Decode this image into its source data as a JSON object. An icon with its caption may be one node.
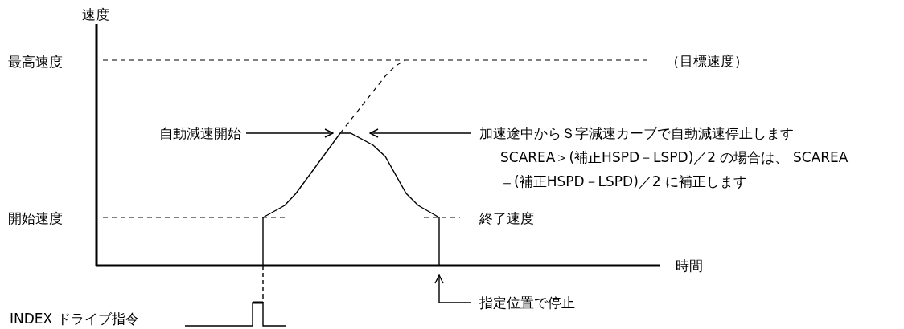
{
  "diagram": {
    "nodes": [
      {
        "text": [
          "自動減速開始"
        ]
      },
      {
        "text": [
          "加速途中からＳ字減速カーブで自動減速停止します",
          "SCAREA＞(補正HSPD－LSPD)／2 の場合は、 SCAREA＝(補正HSPD－LSPD)／2 に補正します"
        ]
      },
      {
        "text": [
          "指定位置で停止"
        ]
      },
      {
        "text": [],
        "shape": "curve"
      }
    ],
    "edges": [
      {
        "from": 0,
        "to": 3,
        "arrow": "to"
      },
      {
        "from": 1,
        "to": 3,
        "arrow": "to"
      },
      {
        "from": 2,
        "to": null,
        "arrow": "to"
      }
    ],
    "labels": [
      "速度",
      "最高速度",
      "（目標速度）",
      "開始速度",
      "終了速度",
      "時間",
      "INDEX ドライブ指令"
    ]
  }
}
